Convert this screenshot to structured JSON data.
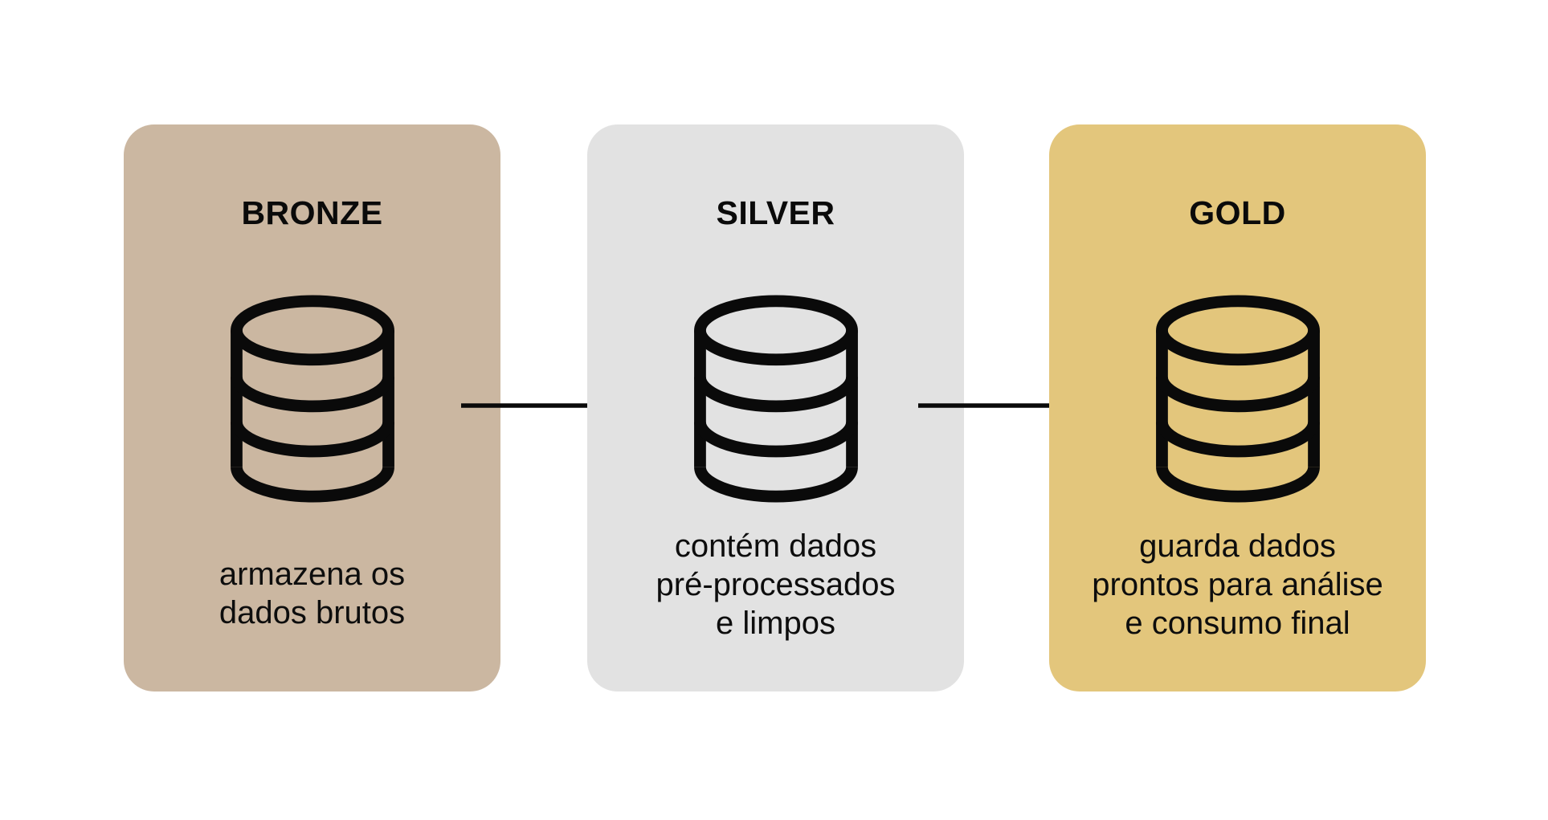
{
  "diagram": {
    "type": "flow-left-to-right",
    "colors": {
      "background": "#ffffff",
      "stroke": "#0a0a0a",
      "text": "#0d0d0d"
    },
    "stages": [
      {
        "id": "bronze",
        "title": "BRONZE",
        "bg_color": "#cbb7a1",
        "icon": "database-icon",
        "description_lines": [
          "armazena os",
          "dados brutos"
        ]
      },
      {
        "id": "silver",
        "title": "SILVER",
        "bg_color": "#e2e2e2",
        "icon": "database-icon",
        "description_lines": [
          "contém dados",
          "pré-processados",
          "e limpos"
        ]
      },
      {
        "id": "gold",
        "title": "GOLD",
        "bg_color": "#e3c67c",
        "icon": "database-icon",
        "description_lines": [
          "guarda dados",
          "prontos para análise",
          "e consumo final"
        ]
      }
    ],
    "connectors": [
      {
        "from": "bronze",
        "to": "silver",
        "icon": "arrow-right-icon"
      },
      {
        "from": "silver",
        "to": "gold",
        "icon": "arrow-right-icon"
      }
    ]
  }
}
